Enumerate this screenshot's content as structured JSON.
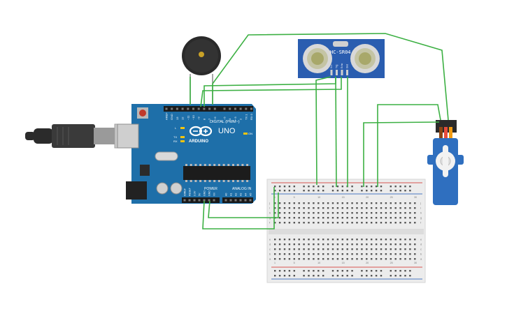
{
  "arduino": {
    "brand": "ARDUINO",
    "model": "UNO",
    "digital_label": "DIGITAL (PWM~)",
    "power_label": "POWER",
    "analog_label": "ANALOG IN",
    "digital_pins": [
      "AREF",
      "GND",
      "13",
      "12",
      "~11",
      "~10",
      "~9",
      "8",
      "7",
      "~6",
      "~5",
      "4",
      "~3",
      "2",
      "TX 1",
      "RX 0"
    ],
    "power_pins": [
      "IOREF",
      "RESET",
      "3.3V",
      "5V",
      "GND",
      "GND",
      "Vin"
    ],
    "analog_pins": [
      "A0",
      "A1",
      "A2",
      "A3",
      "A4",
      "A5"
    ],
    "led_labels": [
      "L",
      "TX",
      "RX"
    ],
    "on_label": "ON"
  },
  "sensor": {
    "label": "HC-SR04",
    "pins": [
      "Vcc",
      "Trig",
      "Echo",
      "Gnd"
    ]
  },
  "breadboard": {
    "row_letters_top": [
      "j",
      "i",
      "h",
      "g",
      "f"
    ],
    "row_letters_bottom": [
      "e",
      "d",
      "c",
      "b",
      "a"
    ],
    "column_numbers": [
      "1",
      "5",
      "10",
      "15",
      "20",
      "25",
      "30"
    ]
  },
  "colors": {
    "wire": "#3cb043",
    "board": "#1e6fa9",
    "board_dark": "#155a8a",
    "breadboard": "#ececec",
    "rail_red": "#d9534f",
    "rail_blue": "#4a78c2",
    "sensor_blue": "#2a5db0",
    "servo_blue": "#2f6fbf"
  }
}
